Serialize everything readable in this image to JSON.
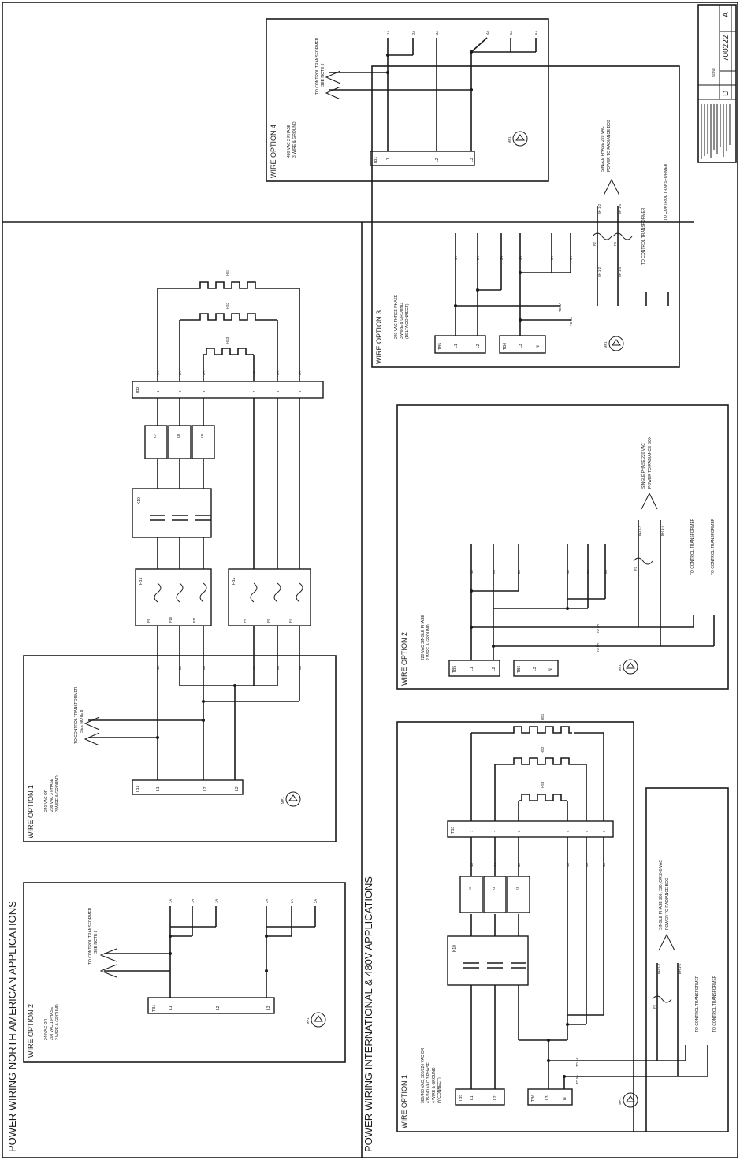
{
  "titles": {
    "north": "POWER WIRING NORTH AMERICAN APPLICATIONS",
    "intl": "POWER WIRING INTERNATIONAL & 480V APPLICATIONS"
  },
  "title_block": {
    "drawing_no": "700222",
    "rev": "A",
    "size": "D",
    "scale": "NONE"
  },
  "na_opt2": {
    "title": "WIRE OPTION 2",
    "spec": [
      "240VAC OR",
      "208 VAC 1 PHASE",
      "2 WIRE & GROUND"
    ],
    "xfmr": [
      "TO CONTROL TRANSFORMER",
      "SEE NOTE 8"
    ],
    "tb": "TB1",
    "terms": [
      "L1",
      "L2",
      "L3"
    ],
    "wires": [
      "1A",
      "1A",
      "1A",
      "2A",
      "2A",
      "2A"
    ],
    "mp": "MP1"
  },
  "na_opt1": {
    "title": "WIRE OPTION 1",
    "spec": [
      "240 VAC OR",
      "208 VAC 3 PHASE",
      "3 WIRE & GROUND"
    ],
    "xfmr": [
      "TO CONTROL TRANSFORMER",
      "SEE NOTE 8"
    ],
    "tb": "TB1",
    "terms": [
      "L1",
      "L2",
      "L3"
    ],
    "wires": [
      "1A",
      "2A",
      "3A",
      "4A",
      "5A",
      "6A"
    ],
    "mp": "MP1"
  },
  "na_main": {
    "fb1": "FB1",
    "fb2": "FB2",
    "fuses1": [
      "F9",
      "F10",
      "F11"
    ],
    "fuses2": [
      "F6",
      "F5",
      "F4"
    ],
    "contactor": "K10",
    "relays": [
      "K7",
      "K8",
      "K9"
    ],
    "tb": "TB3",
    "tb_pins": [
      "1",
      "2",
      "3",
      "4",
      "5",
      "6"
    ],
    "heaters": [
      "HS1",
      "HS2",
      "HS3"
    ],
    "wires": [
      "1A",
      "2A",
      "3A",
      "4A",
      "5A",
      "6A"
    ]
  },
  "opt4": {
    "title": "WIRE OPTION 4",
    "spec": [
      "480 VAC 3 PHASE",
      "3 WIRE & GROUND"
    ],
    "xfmr": [
      "TO CONTROL TRANSFORMER",
      "SEE NOTE 8"
    ],
    "tb": "TB1",
    "terms": [
      "L1",
      "L2",
      "L3"
    ],
    "wires": [
      "1A",
      "2A",
      "3A",
      "4A",
      "5A",
      "6A"
    ],
    "mp": "MP1"
  },
  "opt3": {
    "title": "WIRE OPTION 3",
    "spec": [
      "220 VAC THREE PHASE",
      "3 WIRE & GROUND",
      "(DELTA CONNECT)"
    ],
    "tb_a": "TB5",
    "tb_b": "TB6",
    "terms_a": [
      "L1",
      "L2"
    ],
    "terms_b": [
      "L3",
      "N"
    ],
    "fuses": [
      "F2",
      "F4"
    ],
    "fuse_wires": [
      "BH 1-2",
      "BH 1-4"
    ],
    "wires": [
      "1A",
      "2A",
      "3A",
      "4A",
      "5A",
      "6A"
    ],
    "jumpers": [
      "TO 4A",
      "TO 5A"
    ],
    "power": [
      "SINGLE PHASE 220 VAC",
      "POWER TO RADIANCE BOX"
    ],
    "xfmr": "TO CONTROL TRANSFORMER",
    "mp": "MP1"
  },
  "opt2_intl": {
    "title": "WIRE OPTION 2",
    "spec": [
      "220 VAC SINGLE PHASE",
      "2 WIRE & GROUND"
    ],
    "tb_a": "TB5",
    "tb_b": "TB6",
    "terms_a": [
      "L1",
      "L2"
    ],
    "terms_b": [
      "L3",
      "N"
    ],
    "fuse": "F2",
    "fuse_wires": [
      "BH 1-2",
      "BH 1-4"
    ],
    "wires": [
      "1A",
      "2A",
      "3A",
      "4A",
      "5A",
      "6A"
    ],
    "jumpers": [
      "TO 4A",
      "TO 6A"
    ],
    "power": [
      "SINGLE PHASE 220 VAC",
      "POWER TO RADIANCE BOX"
    ],
    "xfmr": "TO CONTROL TRANSFORMER",
    "mp": "MP1"
  },
  "opt1_intl": {
    "title": "WIRE OPTION 1",
    "spec": [
      "380/400 VAC, 380/220 VAC OR",
      "415/240 VAC 3 PHASE",
      "4 WIRE & GROUND",
      "(Y CONNECT)"
    ],
    "tb_a": "TB5",
    "tb_b": "TB6",
    "terms_a": [
      "L1",
      "L2"
    ],
    "terms_b": [
      "L3",
      "N"
    ],
    "contactor": "K10",
    "relays": [
      "K7",
      "K8",
      "K9"
    ],
    "tb": "TB3",
    "tb_pins": [
      "1",
      "2",
      "3",
      "4",
      "5",
      "6"
    ],
    "heaters": [
      "HS1",
      "HS2",
      "HS3"
    ],
    "fuse": "F2",
    "fuse_wires": [
      "BH 1-2",
      "BH 1-4"
    ],
    "wires": [
      "1A",
      "2A",
      "3A",
      "4A",
      "5A",
      "6A"
    ],
    "jumpers": [
      "TO 4A",
      "TO 5A"
    ],
    "power": [
      "SINGLE PHASE 200, 220, OR 240 VAC",
      "POWER TO RADIANCE BOX"
    ],
    "xfmr": [
      "TO CONTROL TRANSFORMER",
      "TO CONTROL TRANSFORMER"
    ],
    "mp": "MP1"
  }
}
